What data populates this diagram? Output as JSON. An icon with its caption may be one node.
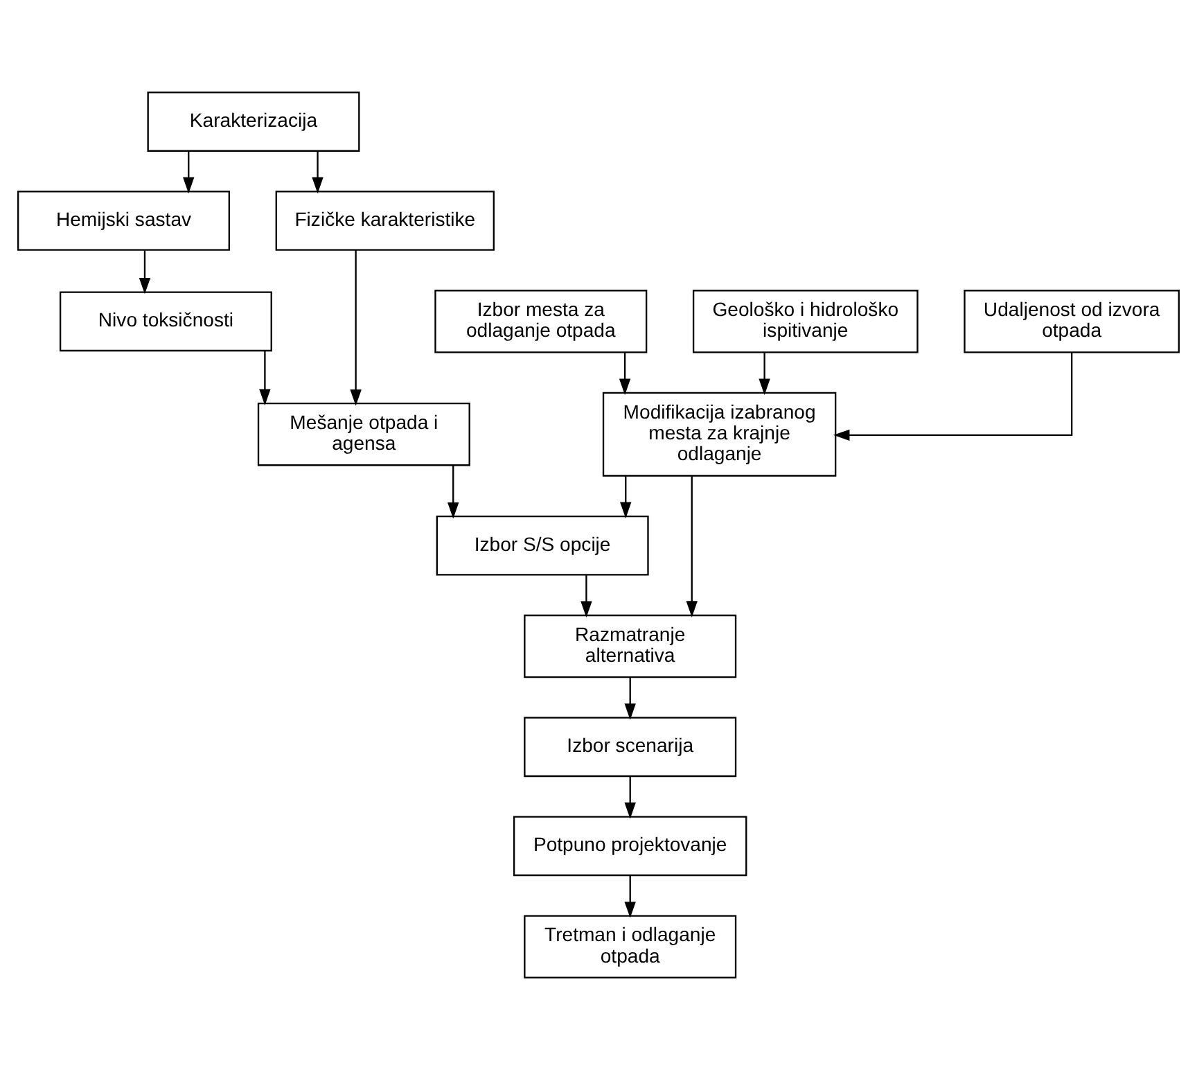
{
  "diagram": {
    "nodes": [
      {
        "text": [
          "Karakterizacija"
        ]
      },
      {
        "text": [
          "Hemijski sastav"
        ]
      },
      {
        "text": [
          "Fizičke karakteristike"
        ]
      },
      {
        "text": [
          "Nivo toksičnosti"
        ]
      },
      {
        "text": [
          "Mešanje otpada i agensa"
        ]
      },
      {
        "text": [
          "Izbor S/S opcije"
        ]
      },
      {
        "text": [
          "Izbor mesta za odlaganje otpada"
        ]
      },
      {
        "text": [
          "Geološko i hidrološko ispitivanje"
        ]
      },
      {
        "text": [
          "Udaljenost od izvora otpada"
        ]
      },
      {
        "text": [
          "Modifikacija izabranog mesta za krajnje odlaganje"
        ]
      },
      {
        "text": [
          "Razmatranje alternativa"
        ]
      },
      {
        "text": [
          "Izbor scenarija"
        ]
      },
      {
        "text": [
          "Potpuno projektovanje"
        ]
      },
      {
        "text": [
          "Tretman i odlaganje otpada"
        ]
      }
    ],
    "edges": [
      {
        "from": 0,
        "to": 1,
        "arrow": "to"
      },
      {
        "from": 0,
        "to": 2,
        "arrow": "to"
      },
      {
        "from": 1,
        "to": 3,
        "arrow": "to"
      },
      {
        "from": 3,
        "to": 4,
        "arrow": "to"
      },
      {
        "from": 2,
        "to": 4,
        "arrow": "to"
      },
      {
        "from": 4,
        "to": 5,
        "arrow": "to"
      },
      {
        "from": 6,
        "to": 9,
        "arrow": "to"
      },
      {
        "from": 7,
        "to": 9,
        "arrow": "to"
      },
      {
        "from": 8,
        "to": 9,
        "arrow": "to"
      },
      {
        "from": 9,
        "to": 5,
        "arrow": "to"
      },
      {
        "from": 5,
        "to": 10,
        "arrow": "to"
      },
      {
        "from": 9,
        "to": 10,
        "arrow": "to"
      },
      {
        "from": 10,
        "to": 11,
        "arrow": "to"
      },
      {
        "from": 11,
        "to": 12,
        "arrow": "to"
      },
      {
        "from": 12,
        "to": 13,
        "arrow": "to"
      }
    ]
  }
}
